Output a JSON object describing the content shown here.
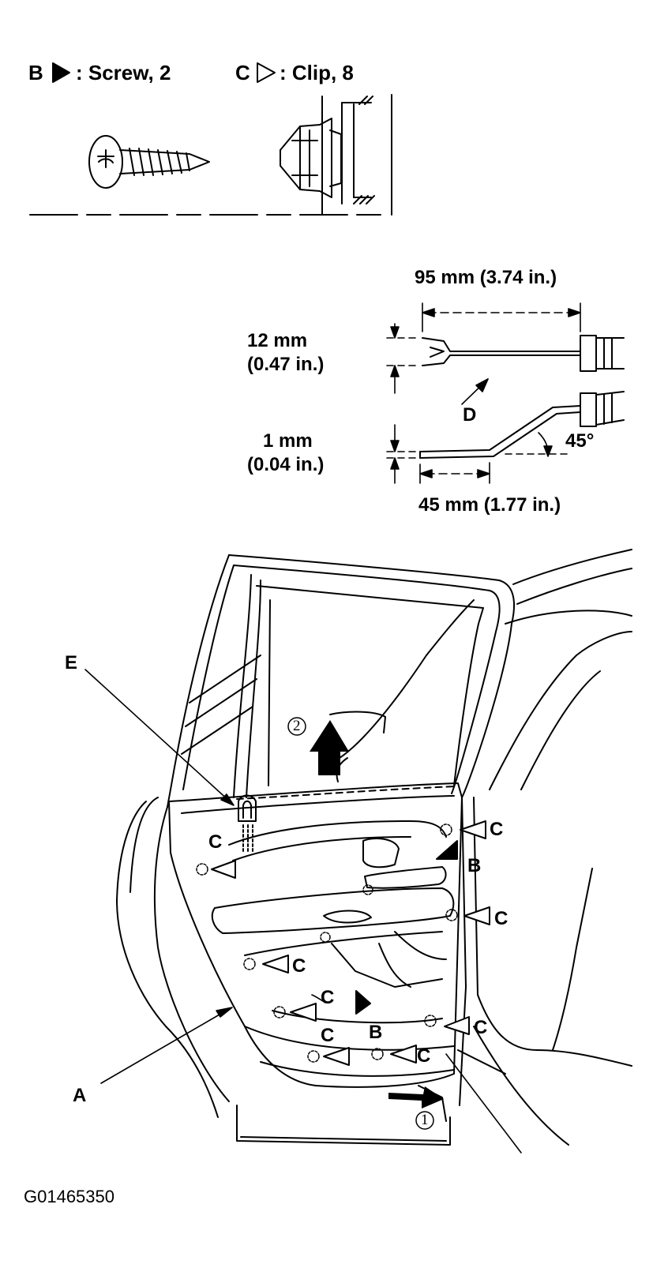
{
  "legend": {
    "b_key": "B",
    "b_text": ": Screw, 2",
    "c_key": "C",
    "c_text": ": Clip, 8"
  },
  "tool": {
    "length_total": "95 mm (3.74 in.)",
    "width_mm": "12 mm",
    "width_in": "(0.47 in.)",
    "thickness_mm": "1 mm",
    "thickness_in": "(0.04 in.)",
    "bend_length": "45 mm (1.77 in.)",
    "angle": "45°",
    "tool_label": "D"
  },
  "door": {
    "label_a": "A",
    "label_e": "E",
    "label_b": "B",
    "label_c": "C",
    "step_1": "1",
    "step_2": "2"
  },
  "figure_code": "G01465350"
}
